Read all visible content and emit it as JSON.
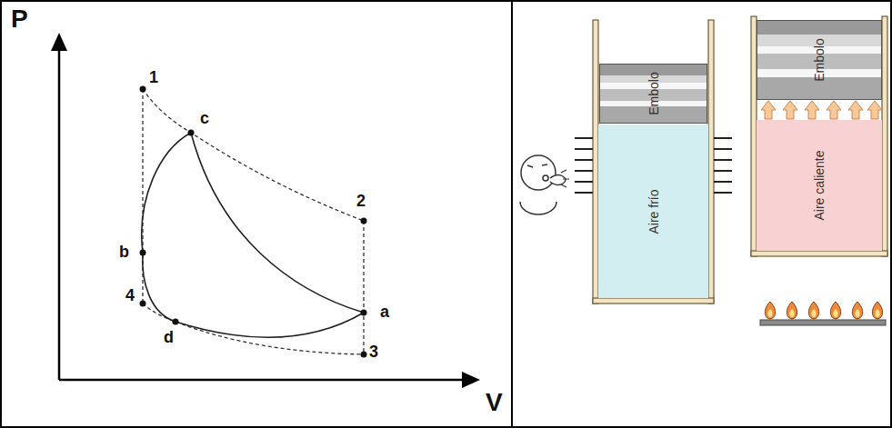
{
  "diagram": {
    "nodes": [
      {
        "text": [
          "Embolo"
        ]
      },
      {
        "text": [
          "Aire frío"
        ]
      },
      {
        "text": [
          "Embolo"
        ]
      },
      {
        "text": [
          "Aire caliente"
        ]
      }
    ],
    "labels": [
      "P",
      "V",
      "1",
      "c",
      "2",
      "b",
      "a",
      "4",
      "d",
      "3"
    ]
  }
}
